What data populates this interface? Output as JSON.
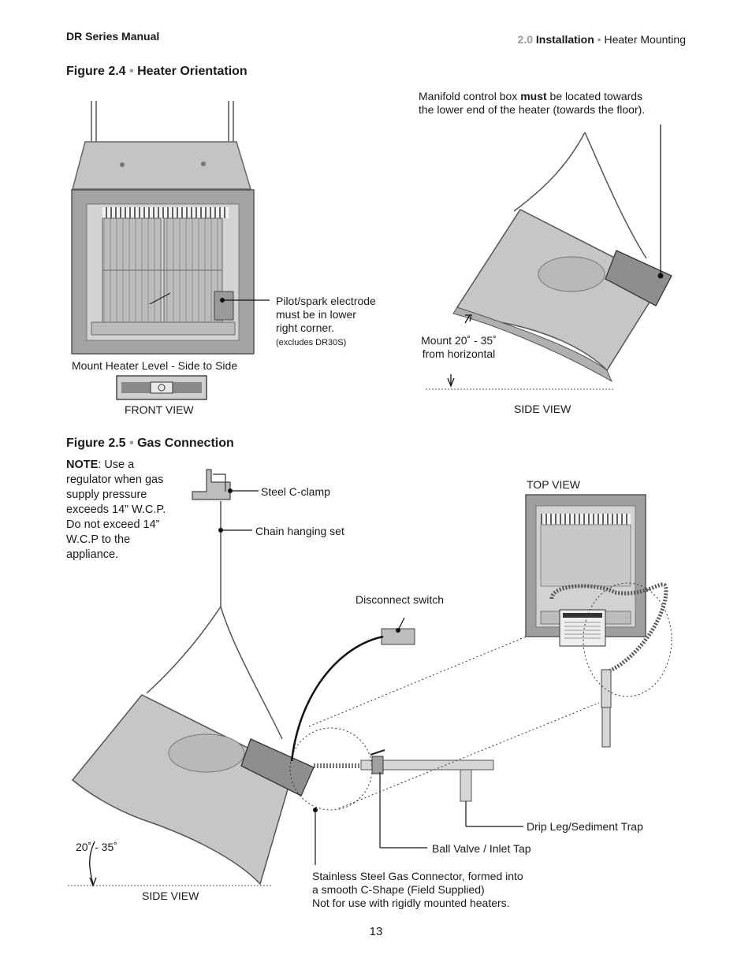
{
  "header": {
    "manual": "DR Series Manual",
    "section_num": "2.0",
    "section_name": "Installation",
    "subsection": "Heater Mounting"
  },
  "fig24": {
    "label": "Figure 2.4",
    "title": "Heater Orientation",
    "manifold_note_a": "Manifold control box ",
    "manifold_note_must": "must",
    "manifold_note_b": " be located towards",
    "manifold_note_c": "the lower end of the heater (towards the floor).",
    "pilot_1": "Pilot/spark electrode",
    "pilot_2": "must be in lower",
    "pilot_3": "right corner.",
    "pilot_4": "(excludes DR30S)",
    "mount_level": "Mount Heater Level - Side to Side",
    "front_view": "FRONT VIEW",
    "mount_angle_1": "Mount 20˚ - 35˚",
    "mount_angle_2": "from horizontal",
    "side_view": "SIDE VIEW"
  },
  "fig25": {
    "label": "Figure 2.5",
    "title": "Gas Connection",
    "note_bold": "NOTE",
    "note_lines": [
      ": Use a",
      "regulator when gas",
      "supply pressure",
      "exceeds 14” W.C.P.",
      "Do not exceed 14”",
      "W.C.P to the",
      "appliance."
    ],
    "steel_clamp": "Steel C-clamp",
    "chain_set": "Chain hanging set",
    "top_view": "TOP VIEW",
    "disconnect": "Disconnect switch",
    "drip_leg": "Drip Leg/Sediment Trap",
    "ball_valve": "Ball Valve / Inlet Tap",
    "angle": "20˚ - 35˚",
    "side_view": "SIDE VIEW",
    "connector_1": "Stainless Steel Gas Connector, formed into",
    "connector_2": "a smooth C-Shape (Field Supplied)",
    "connector_3": "Not for use with rigidly mounted heaters."
  },
  "page_number": "13",
  "colors": {
    "grey_accent": "#9a9a9a",
    "heater_fill": "#c8c8c8",
    "frame_fill": "#a9a9a9"
  }
}
